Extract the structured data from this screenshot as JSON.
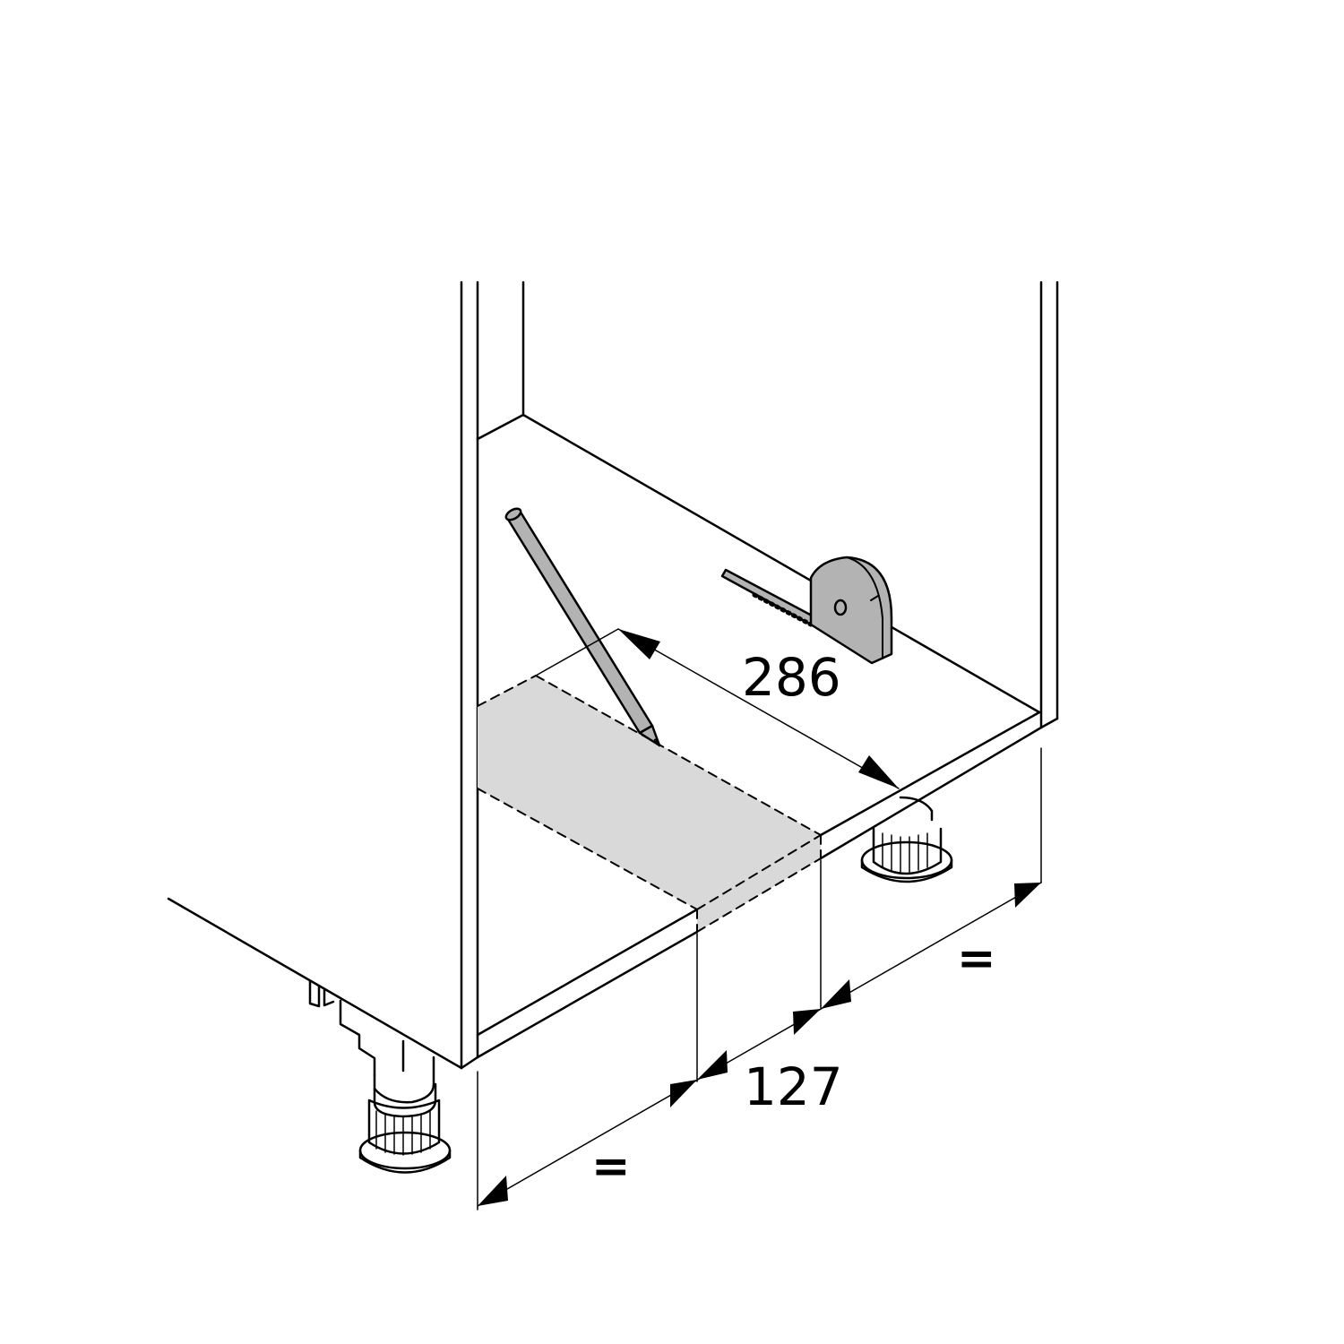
{
  "diagram": {
    "type": "isometric installation drawing",
    "subject": "base cabinet with adjustable legs, marking cutout on bottom panel",
    "colors": {
      "line": "#000000",
      "background": "#ffffff",
      "cutout_fill": "#d9d9d9",
      "tool_fill": "#b3b3b3"
    },
    "tools": [
      {
        "name": "pencil",
        "icon": "pencil-icon"
      },
      {
        "name": "tape measure",
        "icon": "tape-measure-icon"
      }
    ],
    "dimensions": {
      "depth_from_front": {
        "value": "286"
      },
      "cutout_width": {
        "value": "127"
      },
      "left_spacing": {
        "value": "="
      },
      "right_spacing": {
        "value": "="
      }
    }
  }
}
